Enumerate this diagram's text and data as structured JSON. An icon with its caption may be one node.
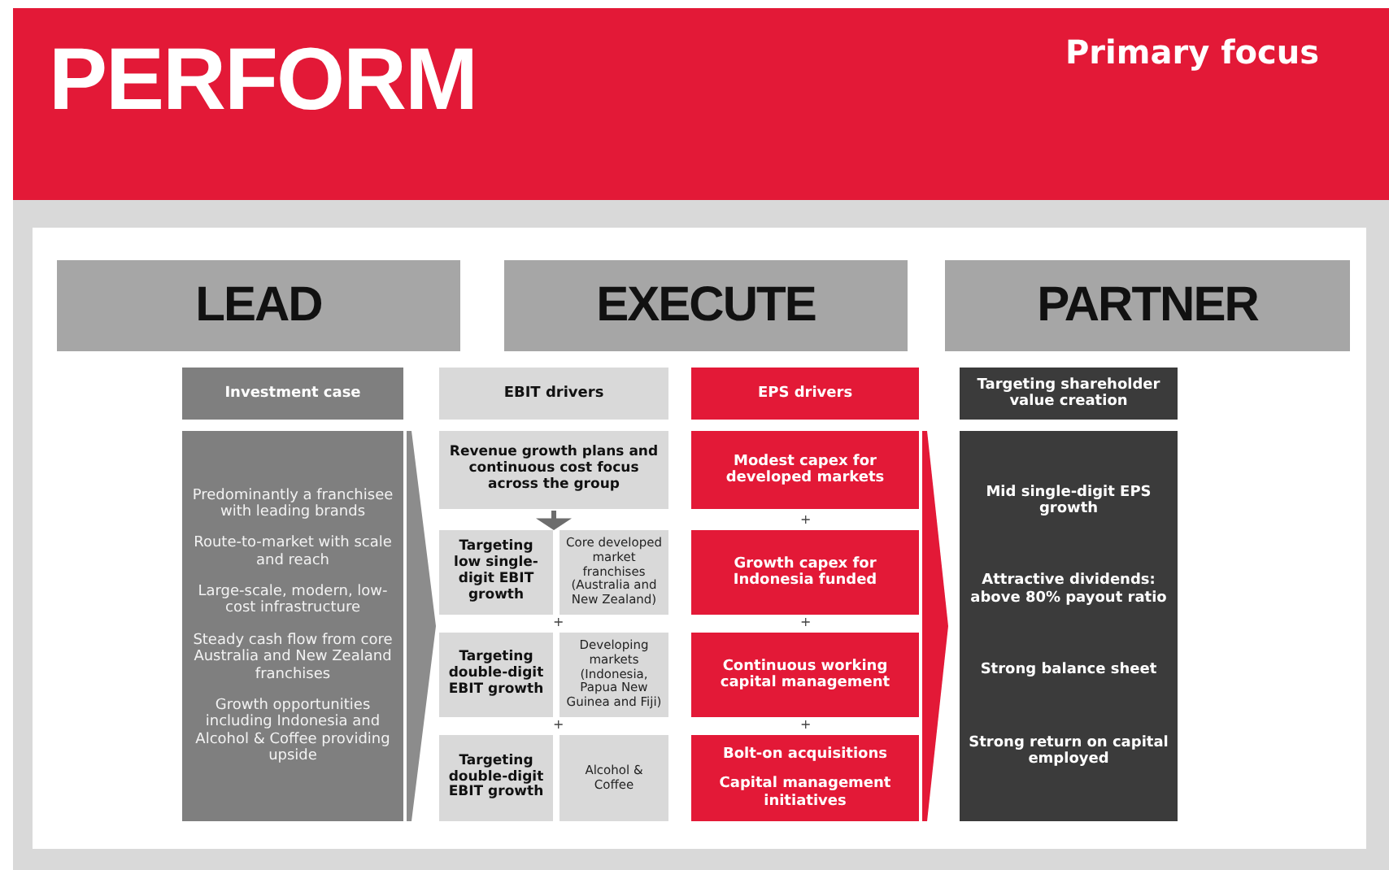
{
  "diagram": {
    "title": "PERFORM",
    "nodes": [
      {
        "text": [
          "LEAD"
        ]
      },
      {
        "text": [
          "EXECUTE"
        ]
      },
      {
        "text": [
          "PARTNER"
        ]
      },
      {
        "text": [
          "Investment case"
        ]
      },
      {
        "text": [
          "Predominantly a franchisee with leading brands",
          "Route-to-market with scale and reach",
          "Large-scale, modern, low-cost infrastructure",
          "Steady cash flow from core Australia and New Zealand franchises",
          "Growth opportunities including Indonesia and Alcohol & Coffee providing upside"
        ]
      },
      {
        "text": [
          "EBIT drivers"
        ]
      },
      {
        "text": [
          "Revenue growth plans and continuous cost focus across the group"
        ]
      },
      {
        "text": [
          "Targeting low single-digit EBIT growth"
        ]
      },
      {
        "text": [
          "Core developed market franchises (Australia and New Zealand)"
        ]
      },
      {
        "text": [
          "Targeting double-digit EBIT growth"
        ]
      },
      {
        "text": [
          "Developing markets (Indonesia, Papua New Guinea and Fiji)"
        ]
      },
      {
        "text": [
          "Targeting double-digit EBIT growth"
        ]
      },
      {
        "text": [
          "Alcohol & Coffee"
        ]
      },
      {
        "text": [
          "EPS drivers"
        ]
      },
      {
        "text": [
          "Modest capex for developed markets"
        ]
      },
      {
        "text": [
          "Growth capex for Indonesia funded"
        ]
      },
      {
        "text": [
          "Continuous working capital management"
        ]
      },
      {
        "text": [
          "Bolt-on acquisitions",
          "Capital management initiatives"
        ]
      },
      {
        "text": [
          "Targeting shareholder value creation"
        ]
      },
      {
        "text": [
          "Mid single-digit EPS growth",
          "Attractive dividends: above 80% payout ratio",
          "Strong balance sheet",
          "Strong return on capital employed"
        ]
      }
    ],
    "edges": [
      {
        "from": 4,
        "to": null,
        "arrow": "to"
      },
      {
        "from": 6,
        "to": 7,
        "arrow": "to"
      },
      {
        "from": null,
        "to": 19,
        "arrow": "to"
      }
    ],
    "labels": [
      "Primary focus",
      "+",
      "+",
      "+",
      "+",
      "+"
    ]
  }
}
